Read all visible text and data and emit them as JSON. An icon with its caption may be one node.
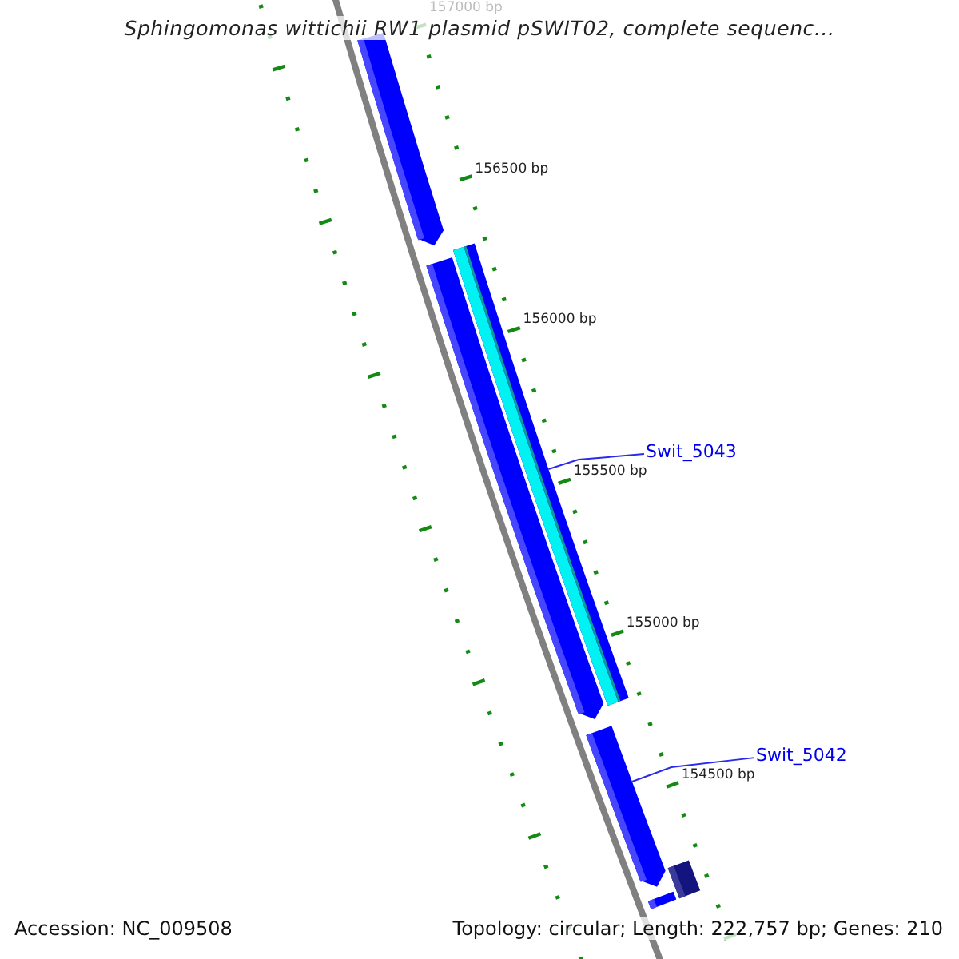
{
  "diagram": {
    "title": "Sphingomonas wittichii RW1 plasmid pSWIT02, complete sequenc...",
    "nodes": [
      {
        "text": [],
        "shape": "arrow"
      },
      {
        "text": [],
        "shape": "arrow"
      },
      {
        "text": [],
        "shape": "bar"
      },
      {
        "text": [
          "Swit_5043"
        ]
      },
      {
        "text": [],
        "shape": "arrow"
      },
      {
        "text": [
          "Swit_5042"
        ]
      },
      {
        "text": [],
        "shape": "arrow"
      },
      {
        "text": [],
        "shape": "bar"
      }
    ],
    "edges": [
      {
        "from": 3,
        "to": 2,
        "arrow": "none"
      },
      {
        "from": 5,
        "to": 4,
        "arrow": "none"
      }
    ],
    "labels": [
      "157000 bp",
      "156500 bp",
      "156000 bp",
      "155500 bp",
      "155000 bp",
      "154500 bp",
      "Accession: NC_009508",
      "Topology: circular; Length: 222,757 bp; Genes: 210"
    ]
  }
}
